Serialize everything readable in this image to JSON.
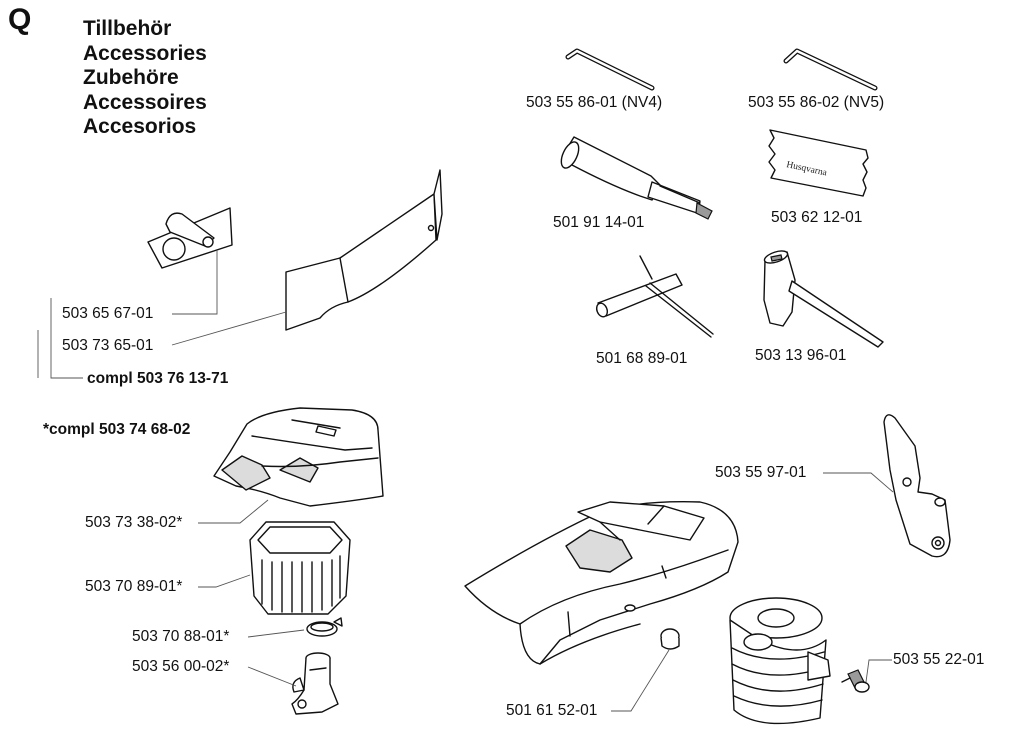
{
  "section_letter": "Q",
  "titles": [
    "Tillbehör",
    "Accessories",
    "Zubehöre",
    "Accessoires",
    "Accesorios"
  ],
  "parts": {
    "hex_key_nv4": "503 55 86-01 (NV4)",
    "hex_key_nv5": "503 55 86-02 (NV5)",
    "piston_stop": "501 91 14-01",
    "banner": "503 62 12-01",
    "t_wrench": "501 68 89-01",
    "combi_spanner": "503 13 96-01",
    "winter_kit_plate": "503 65 67-01",
    "winter_kit_cover": "503 73 65-01",
    "winter_kit_compl": "compl 503 76 13-71",
    "filter_compl": "*compl 503 74 68-02",
    "filter_cover": "503 73 38-02*",
    "air_filter": "503 70 89-01*",
    "clamp": "503 70 88-01*",
    "intake_adapter": "503 56 00-02*",
    "bracket": "503 55 97-01",
    "chain_cover_plug": "501 61 52-01",
    "decomp_valve": "503 55 22-01"
  },
  "banner_text": "Husqvarna"
}
